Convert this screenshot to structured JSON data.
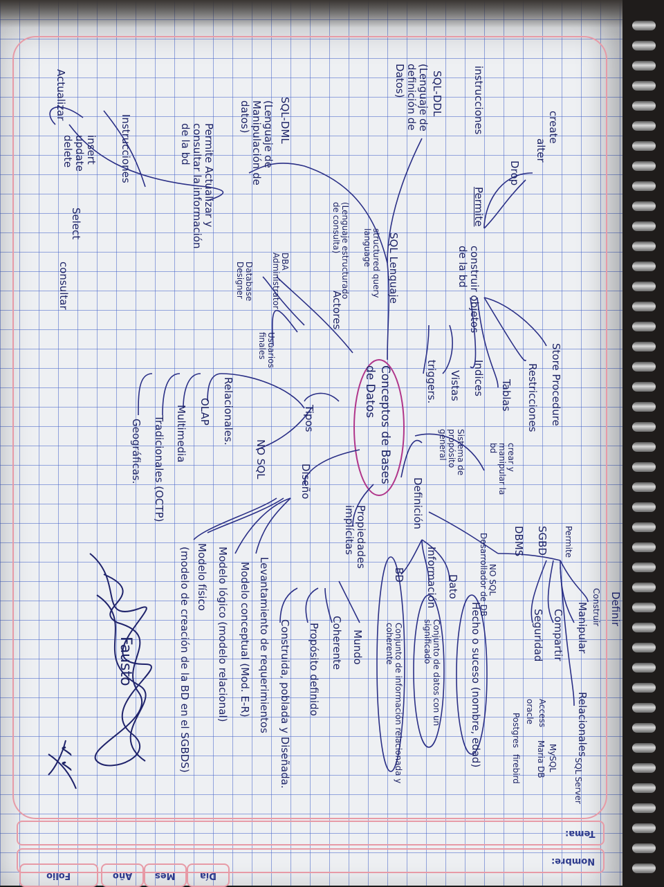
{
  "header": {
    "nombre_label": "Nombre:",
    "tema_label": "Tema:",
    "dia_label": "Día",
    "mes_label": "Mes",
    "ano_label": "Año",
    "folio_label": "Folio"
  },
  "center": "Conceptos de Bases de Datos",
  "sql_lenguaje": {
    "title": "SQL Lenguaje",
    "subtitle": "structured query language",
    "subtitle_es": "(Lenguaje estructurado de consulta)",
    "permite": "Permite",
    "construir": "construir objetos de la bd",
    "objects": [
      "Store Procedure",
      "Restricciones",
      "Tablas",
      "Indices",
      "Vistas",
      "triggers."
    ],
    "instrucciones": "instrucciones",
    "ddl_commands": [
      "create",
      "alter",
      "Drop"
    ],
    "sql_ddl": "SQL-DDL",
    "ddl_desc": "(Lenguaje de definición de Datos)",
    "sql_dml": "SQL-DML",
    "dml_desc": "(Lenguaje de Manipulación de datos)",
    "dml_permite": "Permite Actualizar y consultar la información de la bd",
    "dml_instrucciones": "Instrucciones",
    "actualizar": "Actualizar",
    "dml_update": "insert update delete",
    "select": "Select",
    "consultar": "consultar"
  },
  "actores": {
    "title": "Actores",
    "dba": "DBA Administrator",
    "database_designer": "Database Designer",
    "usuarios": "Usuarios finales"
  },
  "tipos": {
    "title": "Tipos",
    "items": [
      "Relacionales.",
      "OLAP",
      "Multimedia",
      "Tradicionales (OCTP)",
      "Geográficas."
    ],
    "no_sql": "NO SQL"
  },
  "diseno": {
    "title": "Diseño",
    "items": [
      "Levantamiento de requerimientos",
      "Modelo conceptual (Mod. E-R)",
      "Modelo lógico (modelo relacional)",
      "Modelo físico",
      "(modelo de creación de la BD en el SGBDS)"
    ]
  },
  "propiedades": {
    "title": "Propiedades implícitas",
    "items": [
      "Mundo",
      "Coherente",
      "Propósito definido",
      "Construida, poblada y Diseñada."
    ]
  },
  "definicion": {
    "title": "Definición",
    "sistema": "Sistema de propósito general",
    "crear": "crear y manipular la bd",
    "sgbd": "SGBD",
    "dbms": "DBMS",
    "no_sql": "NO SQL",
    "desarrollador": "Desarrollador de DB",
    "permite": "Permite",
    "verbs": [
      "Definir",
      "Construir",
      "Manipular",
      "Compartir",
      "Seguridad"
    ],
    "relacionales": "Relacionales",
    "products": [
      "SQL Server",
      "MySQL",
      "Maria DB",
      "Access",
      "oracle",
      "Postgres",
      "firebird"
    ],
    "bd": "BD",
    "bd_def": "Conjunto de información relacionada y coherente",
    "informacion": "Información",
    "info_def": "Conjunto de datos con un significado",
    "dato": "Dato",
    "dato_def": "Hecho o suceso (nombre, edad)"
  },
  "signature": "Fausto",
  "checkmark": "✓✓"
}
